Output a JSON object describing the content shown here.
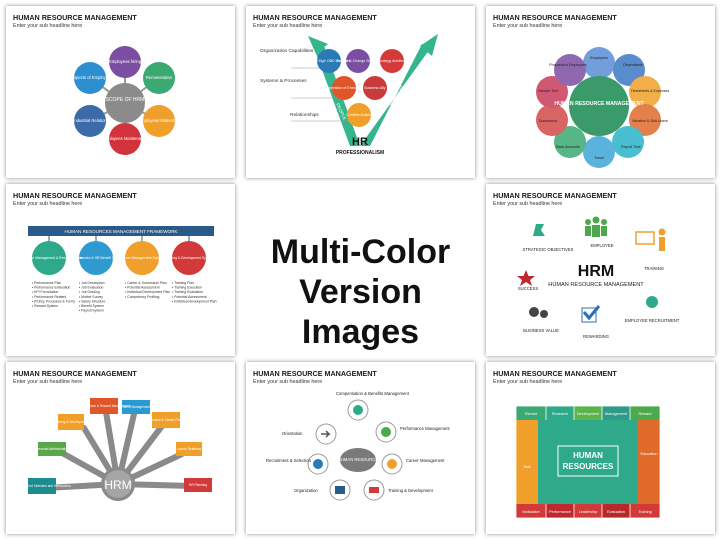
{
  "center": {
    "line1": "Multi-Color",
    "line2": "Version Images"
  },
  "common": {
    "title": "HUMAN RESOURCE MANAGEMENT",
    "subtitle": "Enter your sub headline here"
  },
  "slide1": {
    "center_label": "SCOPE OF HRM",
    "bubbles": [
      "Employees hiring",
      "Remuneration",
      "Employees Motivation",
      "Employees Maintenance",
      "Industrial Relation",
      "Prospects of Employees"
    ]
  },
  "slide2": {
    "left_labels": [
      "Organization Capabilities",
      "Systems & Processes",
      "Relationships"
    ],
    "circles": [
      "Talent Mgr/ OBD Designer",
      "Culture & Change Steward",
      "Strategy Architect",
      "Operation of Executor",
      "Business Ally",
      "Credible Activist"
    ],
    "arrow_left": "PEOPLE",
    "arrow_right": "BUSINESS",
    "hr": "HR",
    "professionalism": "PROFESSIONALISM"
  },
  "slide3": {
    "center_label": "HUMAN RESOURCE MANAGEMENT",
    "items": [
      "Employees",
      "Dependents",
      "Timesheets & Expenses",
      "Vacation & Sick Leave",
      "Payroll Time",
      "Travel",
      "Bank Accounts",
      "Documents",
      "Sample Text",
      "Prospective Employees"
    ]
  },
  "slide4": {
    "banner": "HUMAN RESOURCES MANAGEMENT FRAMEWORK",
    "circles": [
      "Performance Management & Reward System",
      "Competencies & HR Benefit System",
      "Career Management System",
      "Training & Development System"
    ],
    "lists": [
      [
        "Performance Plan",
        "Performance Evaluation",
        "KPI Formulation",
        "Performance Related",
        "(Policy, Procedure & Form)",
        "Reward System"
      ],
      [
        "Job Description",
        "Job Evaluation",
        "Job Grading",
        "Market Survey",
        "Salary Structure",
        "Benefit System",
        "Payroll System"
      ],
      [
        "Career & Succession Plan",
        "Potential Assessment",
        "Individual Development Plan",
        "Competency Profiling"
      ],
      [
        "Training Plan",
        "Training Execution",
        "Training Evaluation",
        "Potential Assessment",
        "Individual development Plan"
      ]
    ]
  },
  "slide5": {
    "center_big": "HRM",
    "center_small": "HUMAN RESOURCE MANAGEMENT",
    "labels": [
      "STRATEGIC OBJECTIVES",
      "EMPLOYEE",
      "TRAINING",
      "SUCCESS",
      "BUSINESS VALUE",
      "REWARDING",
      "EMPLOYEE RECRUITMENT"
    ]
  },
  "slide6": {
    "center": "HRM",
    "boxes": [
      "Rules desired Selection and Introduction",
      "Personal Administration",
      "Training & Development",
      "Performance & Reward Management",
      "Talent Management",
      "Succession & Career Planning",
      "Labour Relations",
      "HR Planning"
    ]
  },
  "slide7": {
    "center": "HUMAN RESOURCE",
    "labels": [
      "Compensation & Benefits Management",
      "Performance Management",
      "Career Management",
      "Training & Development",
      "Organization",
      "Recruitment & Selection",
      "Orientation"
    ]
  },
  "slide8": {
    "center_line1": "HUMAN",
    "center_line2": "RESOURCES",
    "top": [
      "Recruit",
      "Research",
      "Development",
      "Management",
      "Reward"
    ],
    "left": "Skill",
    "right": "Education",
    "bottom": [
      "Motivation",
      "Performance",
      "Leadership",
      "Evaluation",
      "Training"
    ]
  },
  "colors": {
    "accent_green": "#2eaa8a",
    "accent_orange": "#f5a623",
    "accent_red": "#d0343a",
    "accent_purple": "#7a3f8c"
  }
}
